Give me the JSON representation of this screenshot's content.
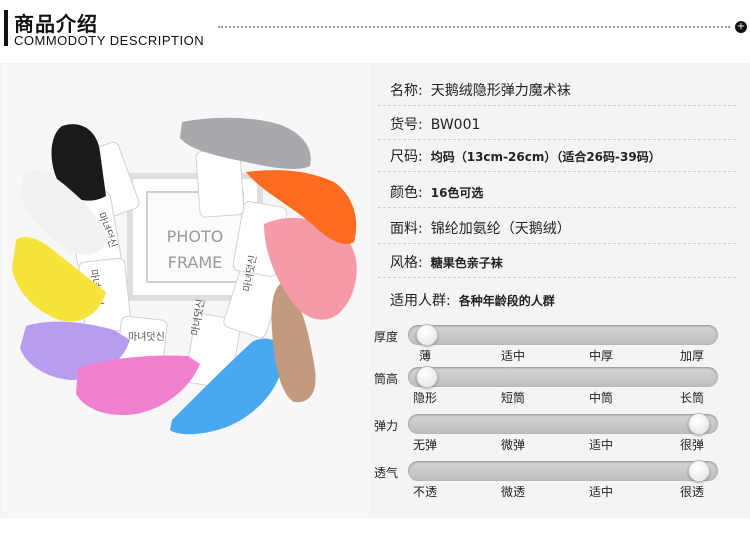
{
  "header": {
    "title_cn": "商品介绍",
    "title_en": "COMMODOTY DESCRIPTION"
  },
  "photo": {
    "frame_line1": "PHOTO",
    "frame_line2": "FRAME",
    "tag_text": "마녀덧신",
    "sock_colors": [
      "#1a1a1a",
      "#f2f2f2",
      "#f7e43a",
      "#b79cf0",
      "#f07fcf",
      "#49a8ef",
      "#c29a80",
      "#f59aa6",
      "#ff6b1f",
      "#a8a8ad"
    ]
  },
  "specs": [
    {
      "label": "名称:",
      "value": "天鹅绒隐形弹力魔术袜"
    },
    {
      "label": "货号:",
      "value": "BW001"
    },
    {
      "label": "尺码:",
      "value": "均码（13cm-26cm）（适合26码-39码）"
    },
    {
      "label": "颜色:",
      "value": "16色可选"
    },
    {
      "label": "面料:",
      "value": "锦纶加氨纶（天鹅绒）"
    },
    {
      "label": "风格:",
      "value": "糖果色亲子袜"
    },
    {
      "label": "适用人群:",
      "value": "各种年龄段的人群"
    }
  ],
  "scales": [
    {
      "label": "厚度",
      "ticks": [
        "薄",
        "适中",
        "中厚",
        "加厚"
      ],
      "level": 0
    },
    {
      "label": "筒高",
      "ticks": [
        "隐形",
        "短筒",
        "中筒",
        "长筒"
      ],
      "level": 0
    },
    {
      "label": "弹力",
      "ticks": [
        "无弹",
        "微弹",
        "适中",
        "很弹"
      ],
      "level": 1
    },
    {
      "label": "透气",
      "ticks": [
        "不透",
        "微透",
        "适中",
        "很透"
      ],
      "level": 1
    }
  ]
}
